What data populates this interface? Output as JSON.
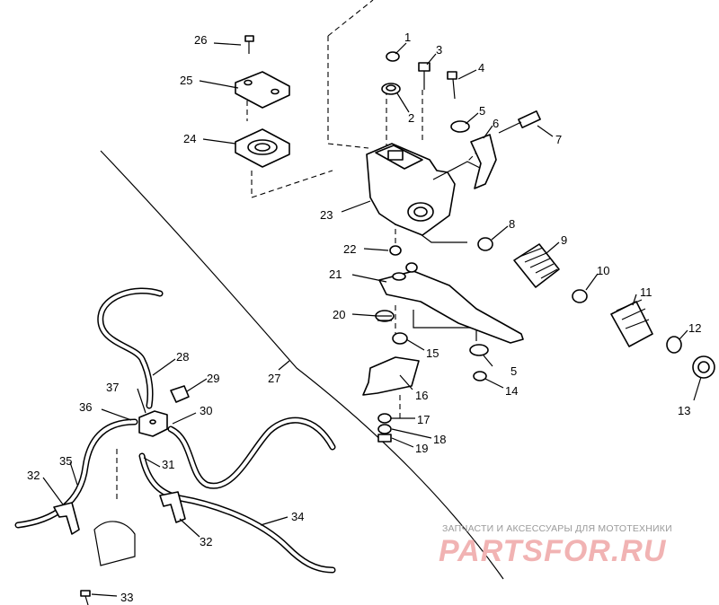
{
  "callouts": [
    {
      "id": "c1",
      "text": "1"
    },
    {
      "id": "c2",
      "text": "2"
    },
    {
      "id": "c3",
      "text": "3"
    },
    {
      "id": "c4",
      "text": "4"
    },
    {
      "id": "c5a",
      "text": "5"
    },
    {
      "id": "c5b",
      "text": "5"
    },
    {
      "id": "c6",
      "text": "6"
    },
    {
      "id": "c7",
      "text": "7"
    },
    {
      "id": "c8",
      "text": "8"
    },
    {
      "id": "c9",
      "text": "9"
    },
    {
      "id": "c10",
      "text": "10"
    },
    {
      "id": "c11",
      "text": "11"
    },
    {
      "id": "c12",
      "text": "12"
    },
    {
      "id": "c13",
      "text": "13"
    },
    {
      "id": "c14",
      "text": "14"
    },
    {
      "id": "c15",
      "text": "15"
    },
    {
      "id": "c16",
      "text": "16"
    },
    {
      "id": "c17",
      "text": "17"
    },
    {
      "id": "c18",
      "text": "18"
    },
    {
      "id": "c19",
      "text": "19"
    },
    {
      "id": "c20",
      "text": "20"
    },
    {
      "id": "c21",
      "text": "21"
    },
    {
      "id": "c22",
      "text": "22"
    },
    {
      "id": "c23",
      "text": "23"
    },
    {
      "id": "c24",
      "text": "24"
    },
    {
      "id": "c25",
      "text": "25"
    },
    {
      "id": "c26",
      "text": "26"
    },
    {
      "id": "c27",
      "text": "27"
    },
    {
      "id": "c28",
      "text": "28"
    },
    {
      "id": "c29",
      "text": "29"
    },
    {
      "id": "c30",
      "text": "30"
    },
    {
      "id": "c31",
      "text": "31"
    },
    {
      "id": "c32a",
      "text": "32"
    },
    {
      "id": "c32b",
      "text": "32"
    },
    {
      "id": "c33",
      "text": "33"
    },
    {
      "id": "c34",
      "text": "34"
    },
    {
      "id": "c35",
      "text": "35"
    },
    {
      "id": "c36",
      "text": "36"
    },
    {
      "id": "c37",
      "text": "37"
    }
  ],
  "watermark": {
    "tagline": "ЗАПЧАСТИ И АКСЕССУАРЫ ДЛЯ МОТОТЕХНИКИ",
    "brand": "PARTSFOR.RU",
    "color": "#f1b3b3"
  }
}
